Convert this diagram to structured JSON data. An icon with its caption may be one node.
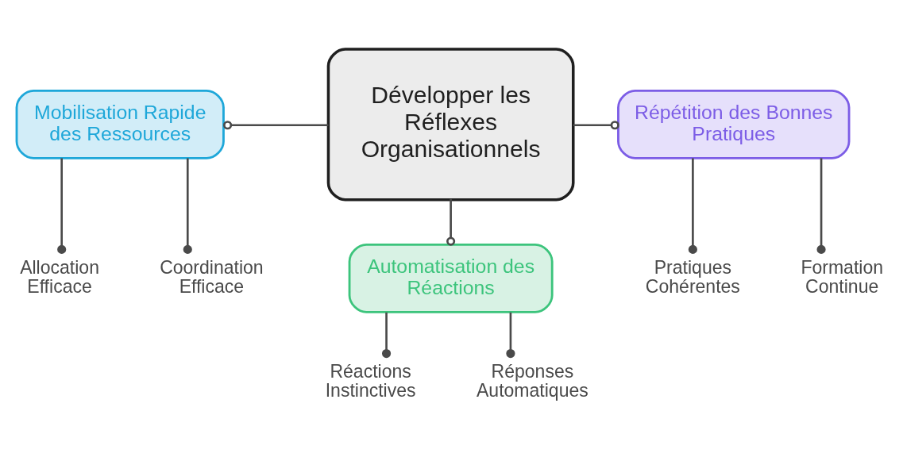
{
  "diagram": {
    "nodes": [
      {
        "text": [
          "Développer les Réflexes Organisationnels"
        ]
      },
      {
        "text": [
          "Mobilisation Rapide des Ressources"
        ]
      },
      {
        "text": [
          "Allocation Efficace"
        ]
      },
      {
        "text": [
          "Coordination Efficace"
        ]
      },
      {
        "text": [
          "Répétition des Bonnes Pratiques"
        ]
      },
      {
        "text": [
          "Pratiques Cohérentes"
        ]
      },
      {
        "text": [
          "Formation Continue"
        ]
      },
      {
        "text": [
          "Automatisation des Réactions"
        ]
      },
      {
        "text": [
          "Réactions Instinctives"
        ]
      },
      {
        "text": [
          "Réponses Automatiques"
        ]
      }
    ],
    "edges": [
      {
        "from": 0,
        "to": 1,
        "arrow": "other"
      },
      {
        "from": 1,
        "to": 2,
        "arrow": "other"
      },
      {
        "from": 1,
        "to": 3,
        "arrow": "other"
      },
      {
        "from": 0,
        "to": 4,
        "arrow": "other"
      },
      {
        "from": 4,
        "to": 5,
        "arrow": "other"
      },
      {
        "from": 4,
        "to": 6,
        "arrow": "other"
      },
      {
        "from": 0,
        "to": 7,
        "arrow": "other"
      },
      {
        "from": 7,
        "to": 8,
        "arrow": "other"
      },
      {
        "from": 7,
        "to": 9,
        "arrow": "other"
      }
    ]
  }
}
